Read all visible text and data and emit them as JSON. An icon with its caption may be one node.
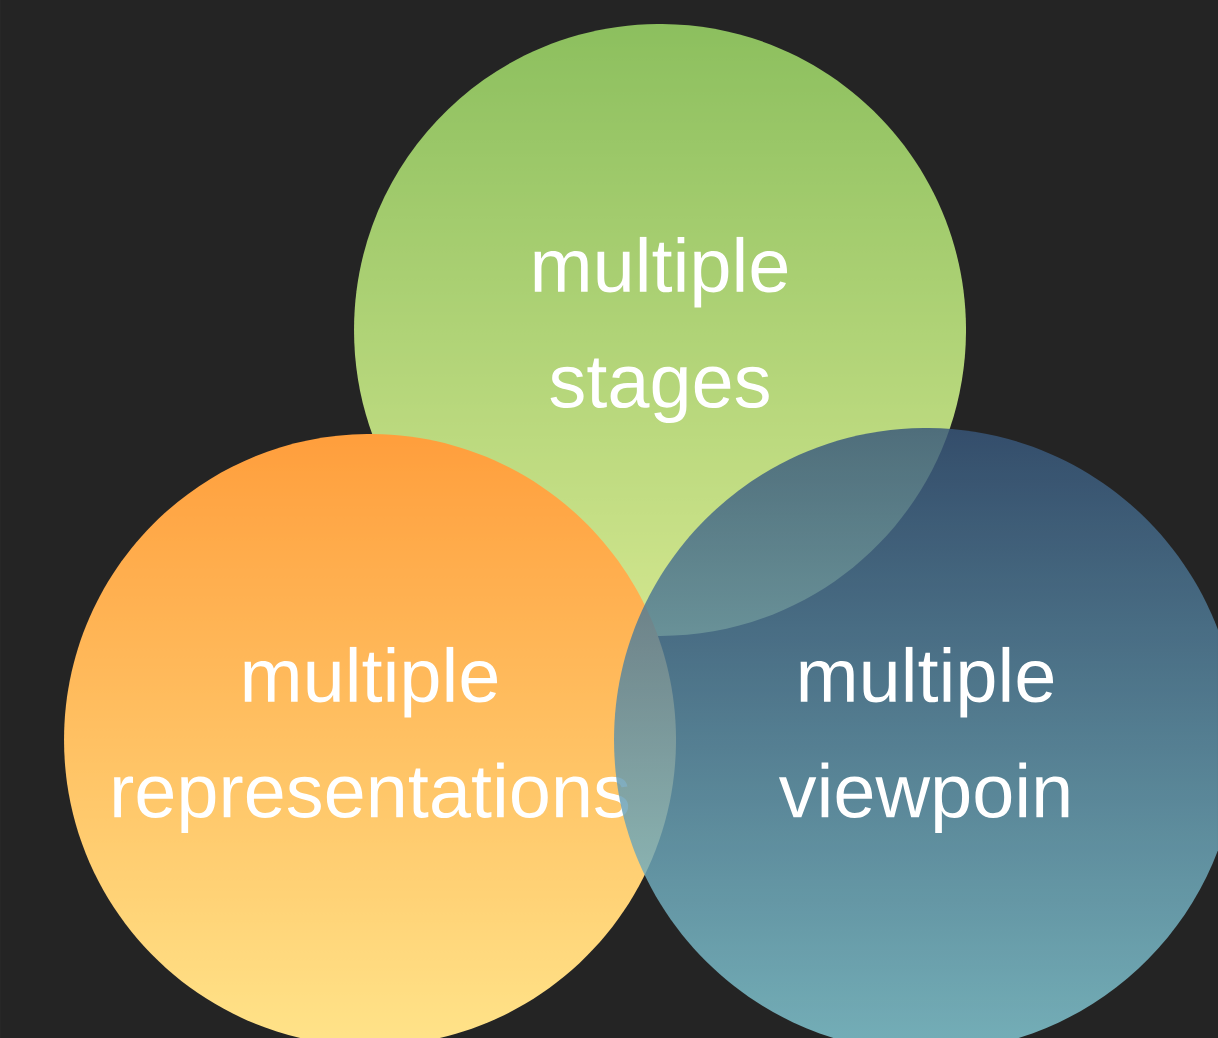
{
  "diagram": {
    "nodes": [
      {
        "text": [
          "multiple stages"
        ]
      },
      {
        "text": [
          "multiple representations"
        ]
      },
      {
        "text": [
          "multiple viewpoin"
        ]
      }
    ]
  }
}
